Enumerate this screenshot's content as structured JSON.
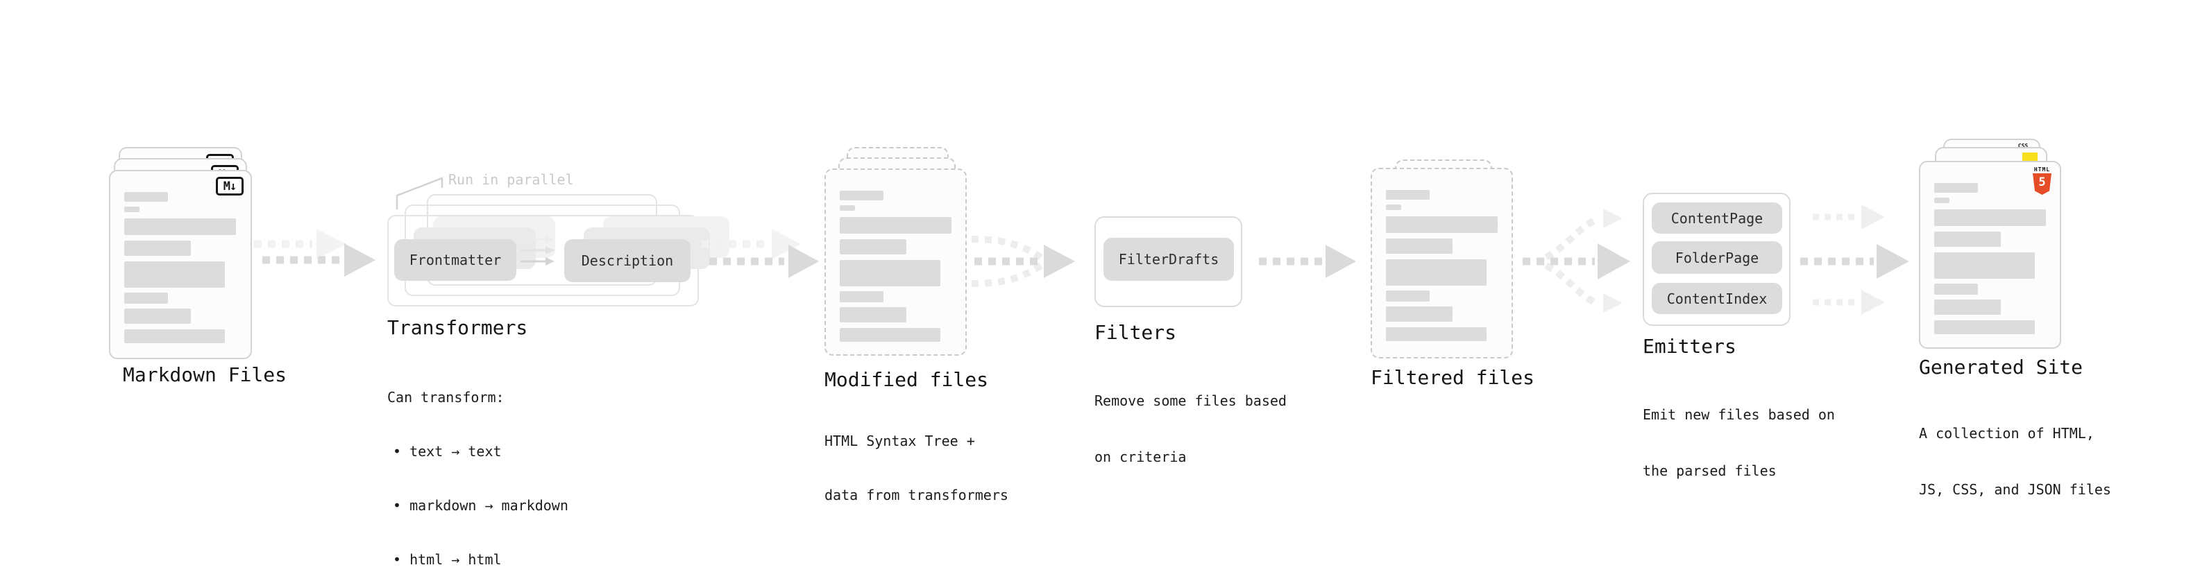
{
  "diagram": {
    "stages": {
      "markdown_files": {
        "title": "Markdown Files"
      },
      "transformers": {
        "title": "Transformers",
        "annotation": "Run in parallel",
        "box1": "Frontmatter",
        "box2": "Description",
        "desc_heading": "Can transform:",
        "bullets": [
          "• text → text",
          "• markdown → markdown",
          "• html → html"
        ]
      },
      "modified_files": {
        "title": "Modified files",
        "desc": [
          "HTML Syntax Tree +",
          "data from transformers"
        ]
      },
      "filters": {
        "title": "Filters",
        "box1": "FilterDrafts",
        "desc": [
          "Remove some files based",
          "on criteria"
        ]
      },
      "filtered_files": {
        "title": "Filtered files"
      },
      "emitters": {
        "title": "Emitters",
        "boxes": [
          "ContentPage",
          "FolderPage",
          "ContentIndex"
        ],
        "desc": [
          "Emit new files based on",
          "the parsed files"
        ]
      },
      "generated_site": {
        "title": "Generated Site",
        "desc": [
          "A collection of HTML,",
          "JS, CSS, and JSON files"
        ]
      }
    },
    "icons": {
      "markdown": "M↓",
      "html5_label": "HTML",
      "html5_five": "5",
      "css_label": "CSS"
    },
    "colors": {
      "html5_orange": "#e44d26",
      "js_yellow": "#f7df1e",
      "css_blue": "#2563eb",
      "arrow_gray": "#dadada",
      "arrow_light": "#efefef",
      "bar_gray": "#dcdcdc"
    }
  }
}
